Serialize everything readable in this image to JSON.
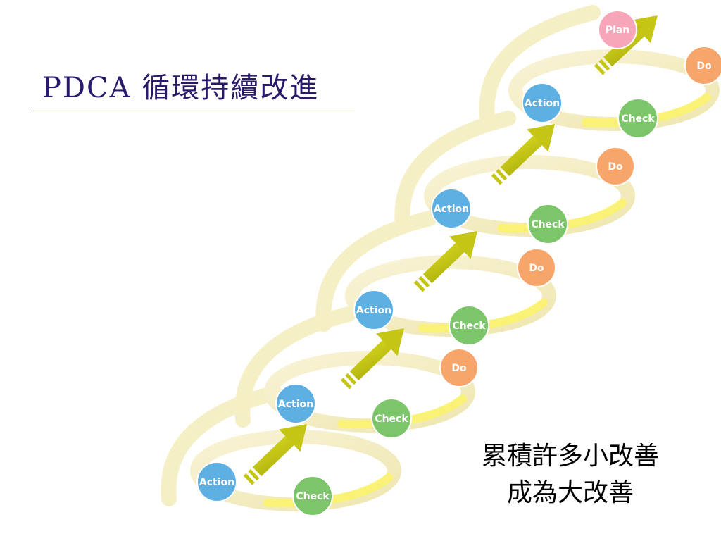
{
  "title": "PDCA 循環持續改進",
  "caption": {
    "line1": "累積許多小改善",
    "line2": "成為大改善"
  },
  "stages": {
    "plan": "Plan",
    "do": "Do",
    "check": "Check",
    "action": "Action"
  },
  "colors": {
    "title": "#2b1a6b",
    "ring": "#f4eec3",
    "ring_highlight": "#fbf36a",
    "arrow": "#c4c515",
    "plan": "#f6a6b8",
    "do": "#f7a56a",
    "check": "#7cc56a",
    "action": "#5eafe2"
  }
}
